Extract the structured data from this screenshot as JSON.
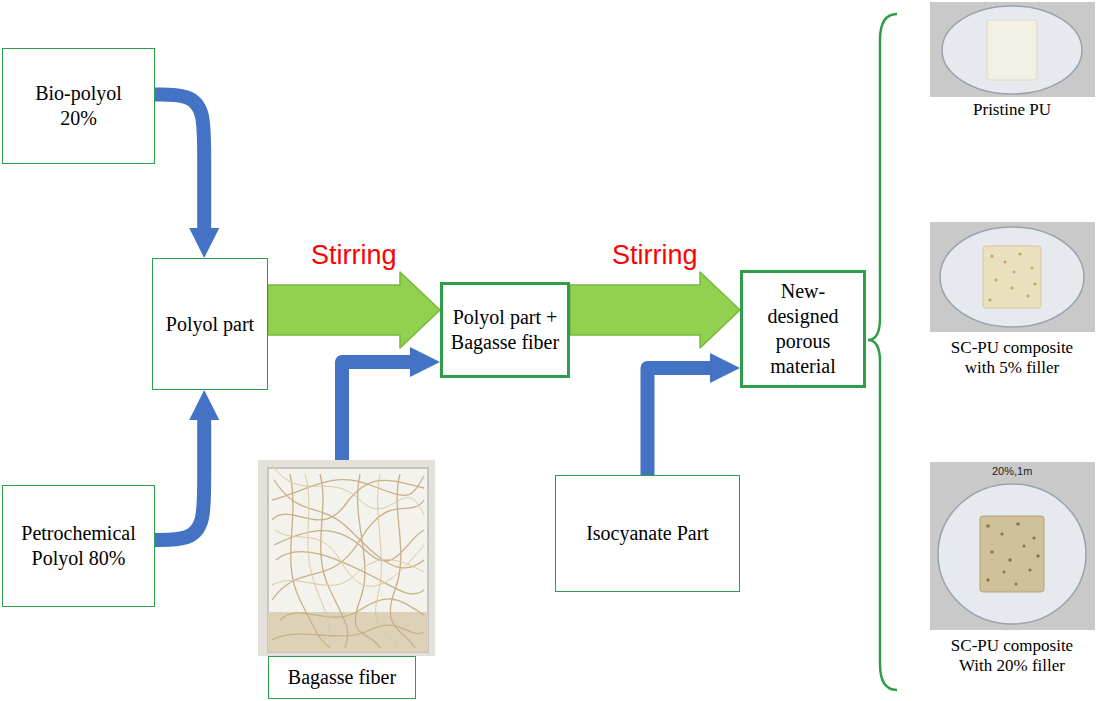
{
  "diagram": {
    "nodes": [
      {
        "text": [
          "Bio-polyol 20%"
        ]
      },
      {
        "text": [
          "Polyol part"
        ]
      },
      {
        "text": [
          "Petrochemical Polyol 80%"
        ]
      },
      {
        "text": [
          "Bagasse fiber"
        ]
      },
      {
        "text": [
          "Polyol part + Bagasse fiber"
        ]
      },
      {
        "text": [
          "Isocyanate Part"
        ]
      },
      {
        "text": [
          "New-designed porous material"
        ]
      }
    ],
    "edges": [
      {
        "from": 0,
        "to": 1,
        "arrow": "to"
      },
      {
        "from": 2,
        "to": 1,
        "arrow": "to"
      },
      {
        "from": 1,
        "to": 4,
        "arrow": "to",
        "label": "Stirring"
      },
      {
        "from": 3,
        "to": 4,
        "arrow": "to"
      },
      {
        "from": 4,
        "to": 6,
        "arrow": "to",
        "label": "Stirring"
      },
      {
        "from": 5,
        "to": 6,
        "arrow": "to"
      }
    ],
    "labels": [
      "Pristine PU",
      "SC-PU composite with 5% filler",
      "20%,1m",
      "SC-PU composite With 20% filler"
    ]
  }
}
